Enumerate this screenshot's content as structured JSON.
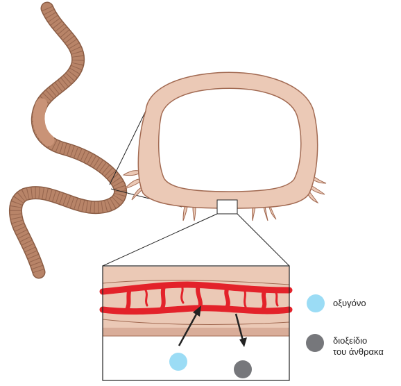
{
  "legend": {
    "oxygen": {
      "label": "οξυγόνο",
      "color": "#9bdcf5"
    },
    "co2": {
      "label_line1": "διοξείδιο",
      "label_line2": "του άνθρακα",
      "color": "#76777b"
    }
  },
  "colors": {
    "worm_fill": "#b88468",
    "worm_stroke": "#8a5c44",
    "body_fill": "#ebc9b6",
    "body_stroke": "#a26a52",
    "vessel": "#e3222a",
    "inset_border": "#222222"
  }
}
